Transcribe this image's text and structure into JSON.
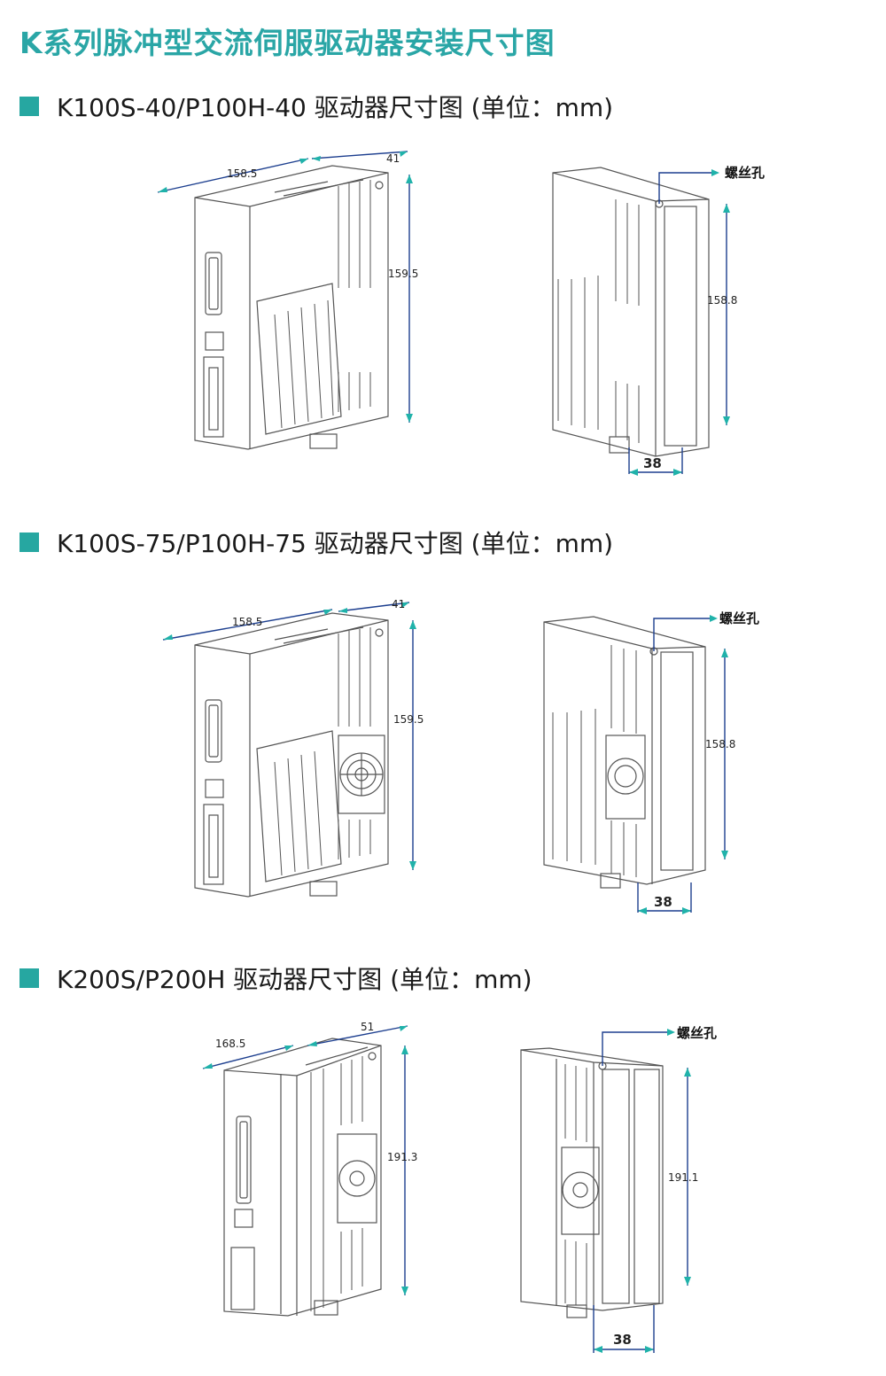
{
  "page": {
    "title": "K系列脉冲型交流伺服驱动器安装尺寸图"
  },
  "sections": [
    {
      "heading": "K100S-40/P100H-40 驱动器尺寸图 (单位：mm)",
      "left": {
        "depth": "158.5",
        "width": "41",
        "height": "159.5"
      },
      "right": {
        "hole_label": "螺丝孔",
        "hole_height": "158.8",
        "hole_spacing": "38"
      }
    },
    {
      "heading": "K100S-75/P100H-75 驱动器尺寸图 (单位：mm)",
      "left": {
        "depth": "158.5",
        "width": "41",
        "height": "159.5"
      },
      "right": {
        "hole_label": "螺丝孔",
        "hole_height": "158.8",
        "hole_spacing": "38"
      }
    },
    {
      "heading": "K200S/P200H 驱动器尺寸图 (单位：mm)",
      "left": {
        "depth": "168.5",
        "width": "51",
        "height": "191.3"
      },
      "right": {
        "hole_label": "螺丝孔",
        "hole_height": "191.1",
        "hole_spacing": "38"
      }
    }
  ],
  "colors": {
    "title": "#2aa6a6",
    "bullet": "#26a7a1",
    "dimension_line": "#1d3f8f",
    "arrow_head": "#20b2aa",
    "outline": "#555555"
  }
}
